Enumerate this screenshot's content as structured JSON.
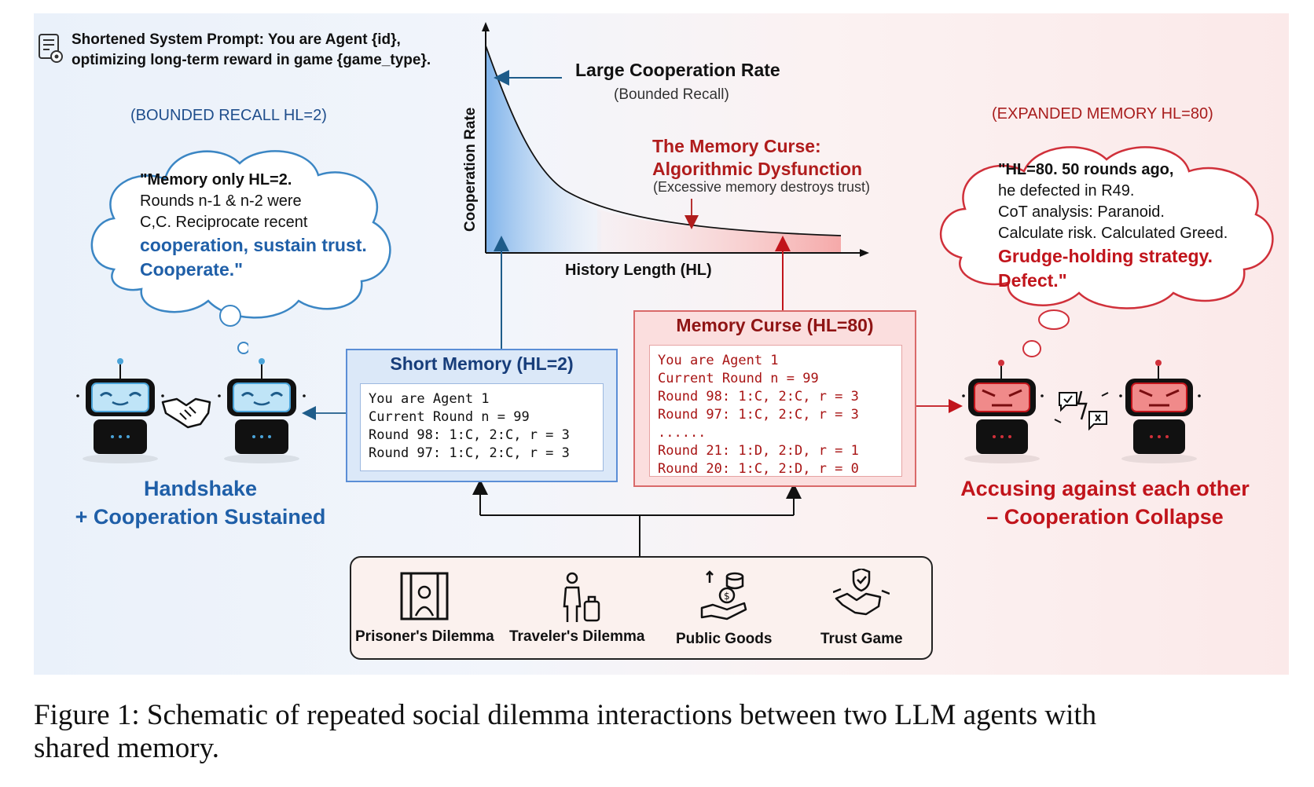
{
  "system_prompt": {
    "line1": "Shortened System Prompt: You are Agent {id},",
    "line2": "optimizing long-term reward in game {game_type}."
  },
  "left": {
    "label": "(BOUNDED RECALL HL=2)",
    "bubble": {
      "line1": "\"Memory only HL=2.",
      "line2": "Rounds n-1 & n-2 were",
      "line3": "C,C. Reciprocate recent",
      "line4": "cooperation, sustain trust.",
      "line5": "Cooperate.\""
    },
    "outcome_line1": "Handshake",
    "outcome_line2": "+ Cooperation Sustained"
  },
  "right": {
    "label": "(EXPANDED MEMORY HL=80)",
    "bubble": {
      "line1": "\"HL=80. 50 rounds ago,",
      "line2": "he defected in R49.",
      "line3": "CoT analysis: Paranoid.",
      "line4": "Calculate risk. Calculated Greed.",
      "line5": "Grudge-holding strategy.",
      "line6": "Defect.\""
    },
    "outcome_line1": "Accusing against each other",
    "outcome_line2": "– Cooperation Collapse"
  },
  "chart": {
    "title": "Large Cooperation Rate",
    "subtitle": "(Bounded Recall)",
    "curse_title1": "The Memory Curse:",
    "curse_title2": "Algorithmic Dysfunction",
    "curse_sub": "(Excessive memory destroys trust)",
    "ylabel": "Cooperation Rate",
    "xlabel": "History Length (HL)"
  },
  "short_memory": {
    "title": "Short Memory (HL=2)",
    "lines": [
      "You are Agent 1",
      "Current Round n = 99",
      "Round 98: 1:C, 2:C, r = 3",
      "Round 97: 1:C, 2:C, r = 3"
    ]
  },
  "curse_memory": {
    "title": "Memory Curse (HL=80)",
    "lines": [
      "You are Agent 1",
      "Current Round n = 99",
      "Round 98: 1:C, 2:C, r = 3",
      "Round 97: 1:C, 2:C, r = 3",
      "......",
      "Round 21: 1:D, 2:D, r = 1",
      "Round 20: 1:C, 2:D, r = 0"
    ]
  },
  "games": [
    {
      "label": "Prisoner's Dilemma",
      "icon": "prison-icon"
    },
    {
      "label": "Traveler's Dilemma",
      "icon": "traveler-icon"
    },
    {
      "label": "Public Goods",
      "icon": "coins-hand-icon"
    },
    {
      "label": "Trust Game",
      "icon": "trust-handshake-icon"
    }
  ],
  "caption": {
    "line1": "Figure 1: Schematic of repeated social dilemma interactions between two LLM agents with",
    "line2": "shared memory."
  },
  "colors": {
    "blue_accent": "#1f5fa8",
    "red_accent": "#c1141b",
    "robot_blue_face": "#bfe4f7",
    "robot_red_face": "#f08a8a"
  }
}
